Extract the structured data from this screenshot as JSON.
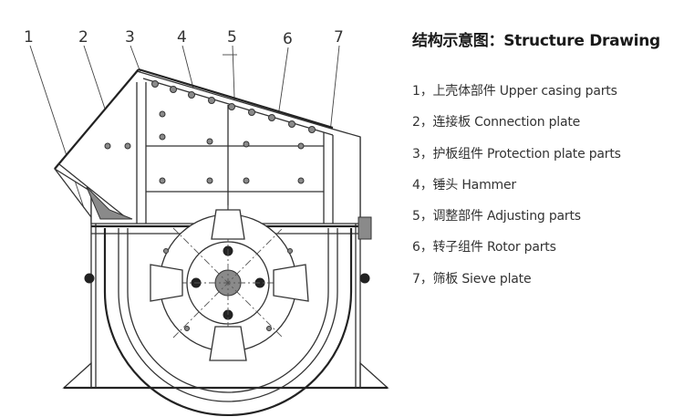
{
  "diagram": {
    "callouts": [
      "1",
      "2",
      "3",
      "4",
      "5",
      "6",
      "7"
    ]
  },
  "legend": {
    "title": "结构示意图：Structure Drawing",
    "items": [
      "1，上壳体部件 Upper casing parts",
      "2，连接板 Connection plate",
      "3，护板组件 Protection plate parts",
      "4，锤头 Hammer",
      "5，调整部件 Adjusting parts",
      "6，转子组件 Rotor parts",
      "7，筛板 Sieve plate"
    ]
  }
}
